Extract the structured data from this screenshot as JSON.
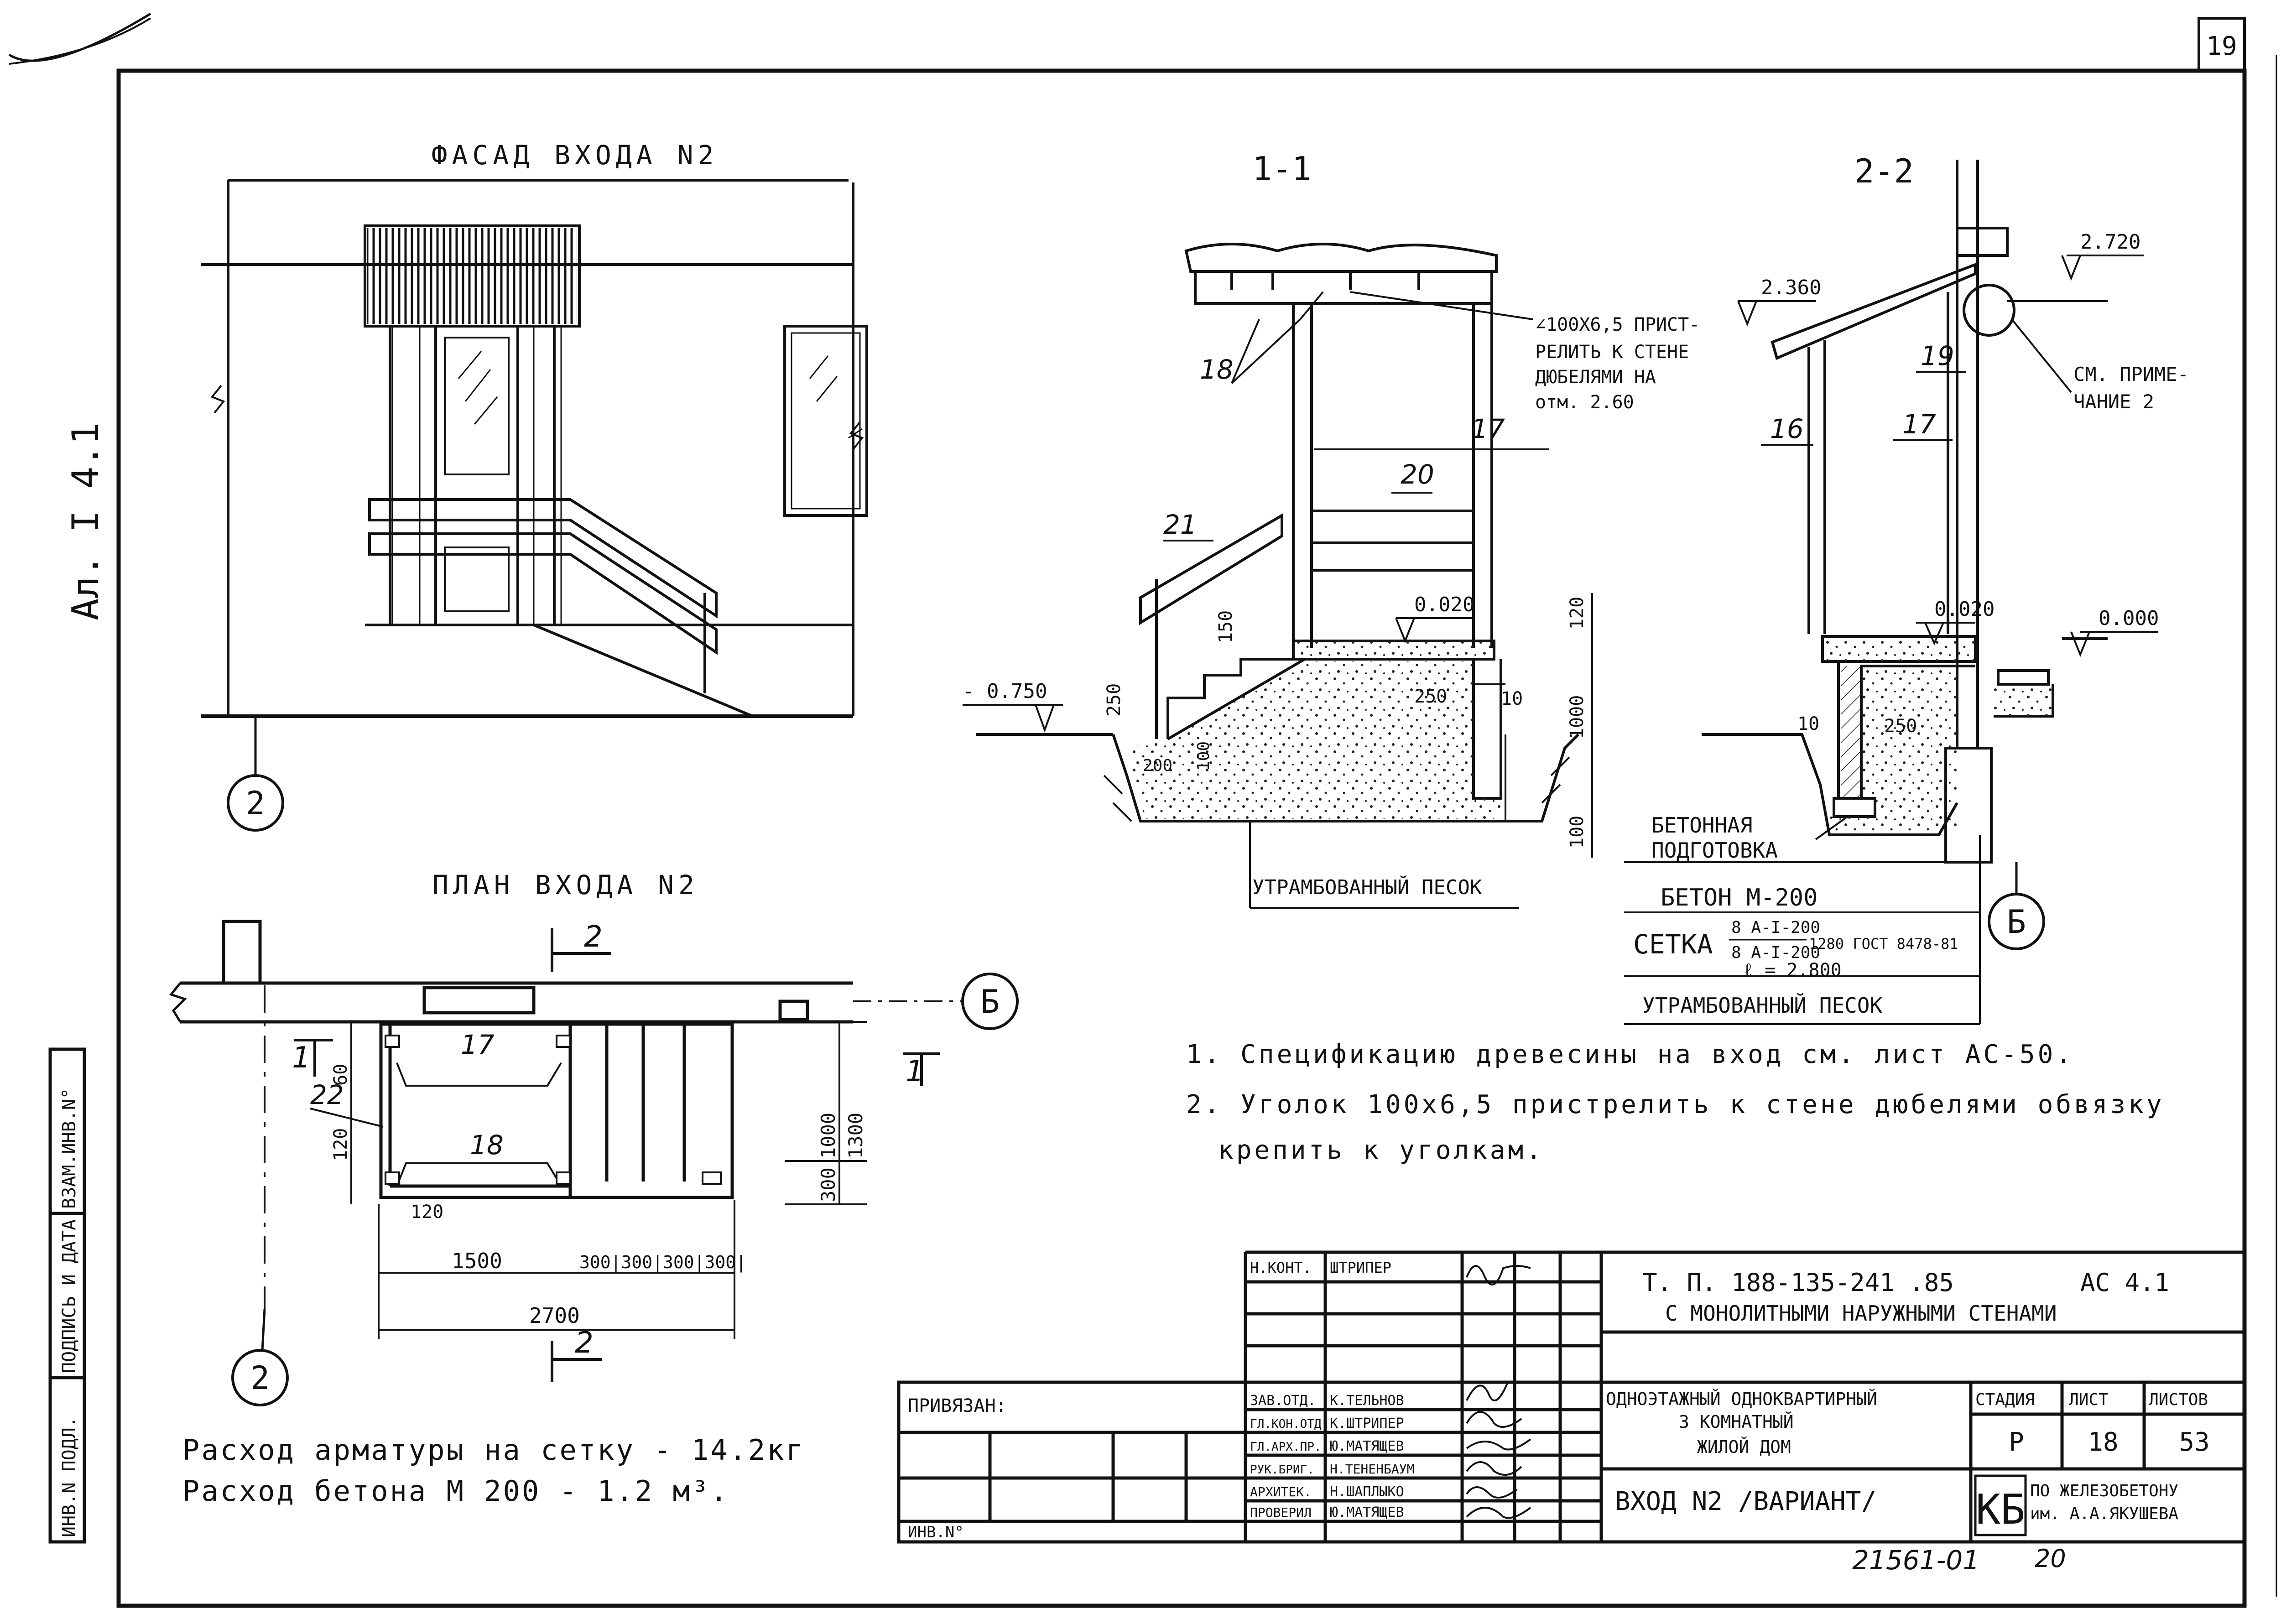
{
  "sheet": {
    "number": "19",
    "side_label": "Ал. I   4.1",
    "bottom_code": "21561-01",
    "bottom_code2": "20"
  },
  "views": {
    "facade": {
      "title": "ФАСАД ВХОДА N2",
      "axis": "2"
    },
    "plan": {
      "title": "ПЛАН ВХОДА N2",
      "axis_left": "2",
      "axis_right": "Б",
      "cut_top": "2",
      "cut_bottom": "2",
      "cut_left": "1",
      "cut_right": "1",
      "labels": {
        "p17": "17",
        "p18": "18",
        "p22": "22"
      },
      "dims": {
        "d60": "60",
        "d120a": "120",
        "d120b": "120",
        "d1500": "1500",
        "d300": "300|300|300|300|",
        "d2700": "2700",
        "d1000": "1000",
        "d1300": "1300",
        "d300v": "300"
      }
    },
    "section11": {
      "title": "1-1",
      "labels": {
        "p18": "18",
        "p17": "17",
        "p20": "20",
        "p21": "21"
      },
      "note": [
        "∠100Х6,5 ПРИСТ-",
        "РЕЛИТЬ К СТЕНЕ",
        "ДЮБЕЛЯМИ НА",
        "отм. 2.60"
      ],
      "levels": {
        "m0750": "- 0.750",
        "m0020": "0.020"
      },
      "dims": {
        "d150": "150",
        "d250a": "250",
        "d250b": "250",
        "d200": "200",
        "d100": "100",
        "d10": "10",
        "d120": "120",
        "d1000": "1000",
        "d100b": "100"
      },
      "sand": "УТРАМБОВАННЫЙ ПЕСОК"
    },
    "section22": {
      "title": "2-2",
      "levels": {
        "l2720": "2.720",
        "l2360": "2.360",
        "l0020": "0.020",
        "l0000": "0.000"
      },
      "labels": {
        "p19": "19",
        "p16": "16",
        "p17": "17"
      },
      "note": [
        "СМ. ПРИМЕ-",
        "ЧАНИЕ 2"
      ],
      "dims": {
        "d10": "10",
        "d250": "250"
      },
      "axis": "Б"
    }
  },
  "layers": {
    "title": [
      "БЕТОННАЯ",
      "ПОДГОТОВКА"
    ],
    "concrete": "БЕТОН  М-200",
    "mesh_label": "СЕТКА",
    "mesh_num": "8 А-I-200",
    "mesh_den": "8 А-I-200",
    "mesh_tail": "1280  ГОСТ 8478-81",
    "mesh_len": "ℓ = 2.800",
    "sand": "УТРАМБОВАННЫЙ ПЕСОК"
  },
  "notes": [
    "1. Спецификацию древесины на вход см. лист АС-50.",
    "2. Уголок 100х6,5 пристрелить к стене дюбелями  обвязку",
    "крепить к уголкам."
  ],
  "consumption": [
    "Расход арматуры на сетку - 14.2кг",
    "Расход бетона М 200 - 1.2 м³."
  ],
  "stamp": {
    "linked": "ПРИВЯЗАН:",
    "inv_no": "ИНВ.N°",
    "roles": [
      {
        "role": "Н.КОНТ.",
        "name": "ШТРИПЕР"
      },
      {
        "role": "ЗАВ.ОТД.",
        "name": "К.ТЕЛЬНОВ"
      },
      {
        "role": "ГЛ.КОН.ОТД.",
        "name": "К.ШТРИПЕР"
      },
      {
        "role": "ГЛ.АРХ.ПР.",
        "name": "Ю.МАТЯЩЕВ"
      },
      {
        "role": "РУК.БРИГ.",
        "name": "Н.ТЕНЕНБАУМ"
      },
      {
        "role": "АРХИТЕК.",
        "name": "Н.ШАПЛЫКО"
      },
      {
        "role": "ПРОВЕРИЛ",
        "name": "Ю.МАТЯЩЕВ"
      }
    ],
    "project_code": "Т. П. 188-135-241 .85",
    "sheet_code": "АС   4.1",
    "project_desc": "С МОНОЛИТНЫМИ НАРУЖНЫМИ СТЕНАМИ",
    "building": [
      "ОДНОЭТАЖНЫЙ ОДНОКВАРТИРНЫЙ",
      "3  КОМНАТНЫЙ",
      "ЖИЛОЙ ДОМ"
    ],
    "head_stage": "СТАДИЯ",
    "head_sheet": "ЛИСТ",
    "head_sheets": "ЛИСТОВ",
    "stage": "Р",
    "sheet": "18",
    "sheets": "53",
    "drawing_title": "ВХОД N2 /ВАРИАНТ/",
    "org_logo": "КБ",
    "org_name": [
      "ПО ЖЕЛЕЗОБЕТОНУ",
      "им. А.А.ЯКУШЕВА"
    ]
  },
  "left_strip": [
    "ИНВ.N ПОДЛ.",
    "ПОДПИСЬ И ДАТА",
    "ВЗАМ.ИНВ.N°"
  ]
}
